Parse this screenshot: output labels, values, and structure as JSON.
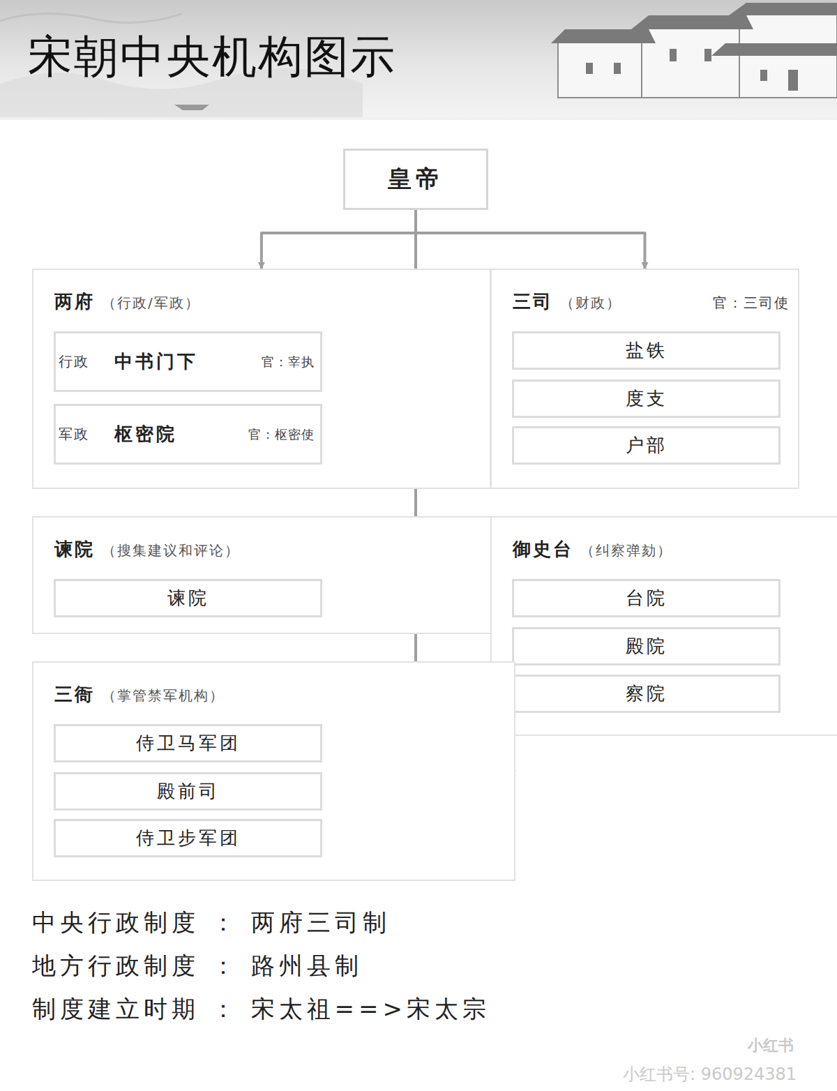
{
  "diagram": {
    "title": "宋朝中央机构图示",
    "nodes": [
      {
        "text": [
          "皇帝"
        ]
      },
      {
        "text": [
          "两府",
          "（行政/军政）"
        ]
      },
      {
        "text": [
          "行政",
          "中书门下",
          "官：宰执"
        ],
        "in": 1
      },
      {
        "text": [
          "军政",
          "枢密院",
          "官：枢密使"
        ],
        "in": 1
      },
      {
        "text": [
          "三司",
          "（财政）",
          "官：三司使"
        ]
      },
      {
        "text": [
          "盐铁"
        ],
        "in": 4
      },
      {
        "text": [
          "度支"
        ],
        "in": 4
      },
      {
        "text": [
          "户部"
        ],
        "in": 4
      },
      {
        "text": [
          "谏院",
          "（搜集建议和评论）"
        ]
      },
      {
        "text": [
          "谏院"
        ],
        "in": 8
      },
      {
        "text": [
          "御史台",
          "（纠察弹劾）"
        ]
      },
      {
        "text": [
          "台院"
        ],
        "in": 10
      },
      {
        "text": [
          "殿院"
        ],
        "in": 10
      },
      {
        "text": [
          "察院"
        ],
        "in": 10
      },
      {
        "text": [
          "三衙",
          "（掌管禁军机构）"
        ]
      },
      {
        "text": [
          "侍卫马军团"
        ],
        "in": 14
      },
      {
        "text": [
          "殿前司"
        ],
        "in": 14
      },
      {
        "text": [
          "侍卫步军团"
        ],
        "in": 14
      }
    ],
    "edges": [
      {
        "from": 0,
        "to": 1,
        "arrow": "to"
      },
      {
        "from": 0,
        "to": 4,
        "arrow": "to"
      },
      {
        "from": 0,
        "to": 8,
        "arrow": "to"
      },
      {
        "from": 0,
        "to": 10,
        "arrow": "to"
      },
      {
        "from": 0,
        "to": 14,
        "arrow": "to"
      }
    ],
    "labels": [
      "中央行政制度 ： 两府三司制",
      "地方行政制度 ： 路州县制",
      "制度建立时期 ： 宋太祖==>宋太宗",
      "小红书",
      "小红书号: 960924381"
    ]
  }
}
